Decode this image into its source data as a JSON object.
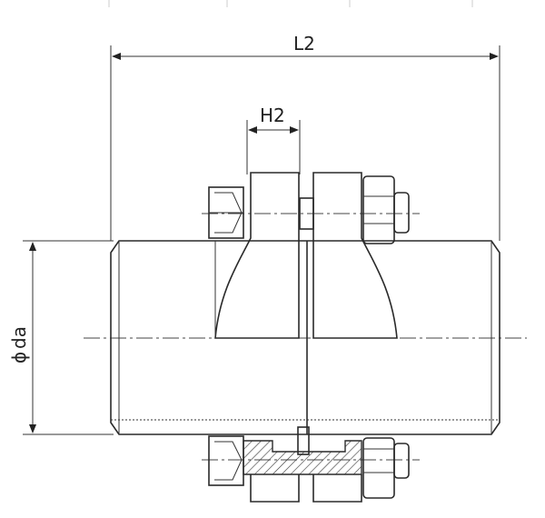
{
  "drawing": {
    "dimension_labels": {
      "overall_length": "L2",
      "collar_width": "H2",
      "outer_diameter": "da"
    },
    "diameter_symbol": "ϕ"
  }
}
